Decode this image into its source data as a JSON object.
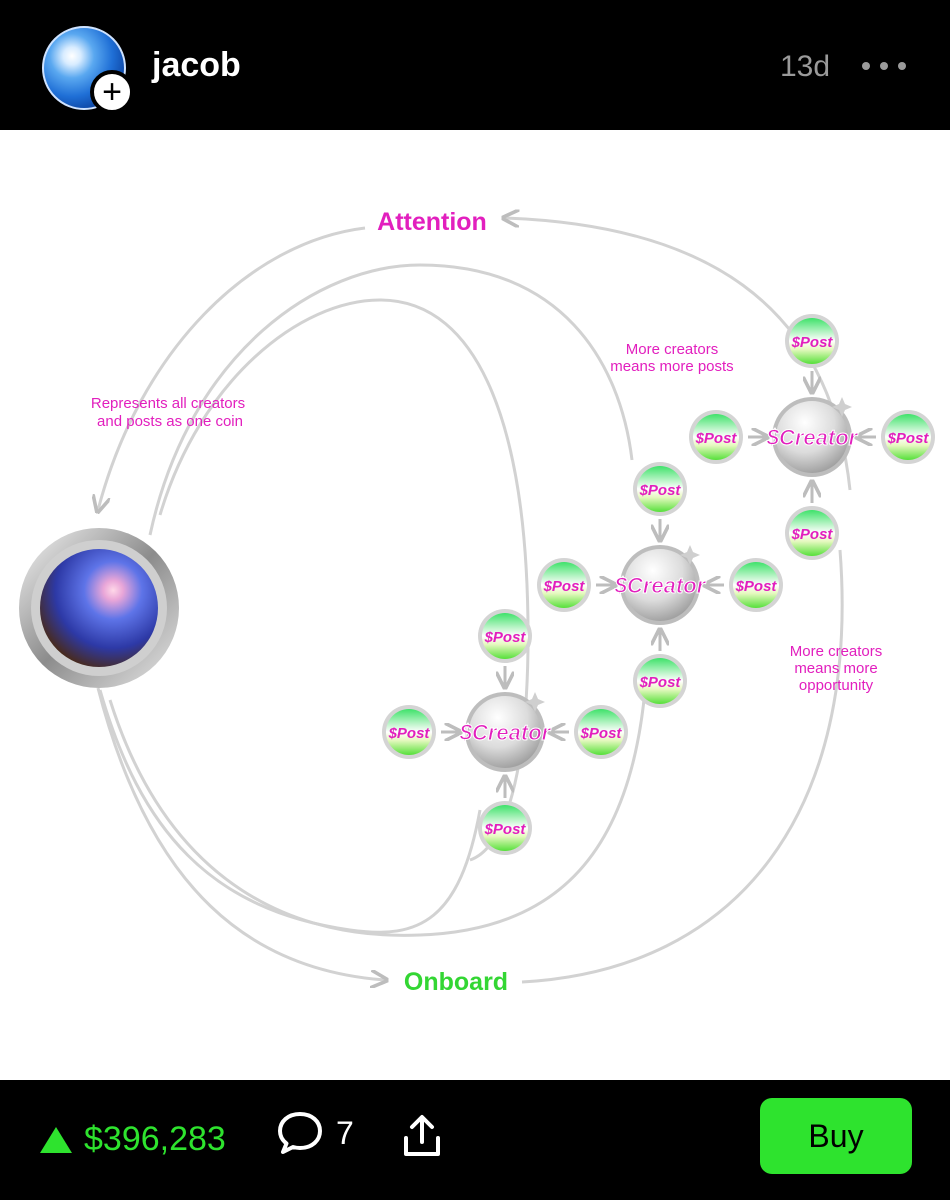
{
  "header": {
    "username": "jacob",
    "timestamp": "13d",
    "avatar_icon": "globe-avatar",
    "add_icon": "plus-icon",
    "more_icon": "ellipsis-icon"
  },
  "diagram": {
    "labels": {
      "attention": "Attention",
      "onboard": "Onboard",
      "represents_line1": "Represents all creators",
      "represents_line2": "and posts as one coin",
      "more_posts_line1": "More creators",
      "more_posts_line2": "means more posts",
      "more_opp_line1": "More creators",
      "more_opp_line2": "means more",
      "more_opp_line3": "opportunity"
    },
    "coin_post": "$Post",
    "coin_creator": "$Creator",
    "colors": {
      "magenta": "#e21fbe",
      "green": "#33d633",
      "arrow_gray": "#c8c8c8"
    }
  },
  "footer": {
    "price": "$396,283",
    "comment_count": "7",
    "buy_label": "Buy",
    "price_color": "#2ee32e",
    "comment_icon": "comment-bubble-icon",
    "share_icon": "share-icon"
  }
}
